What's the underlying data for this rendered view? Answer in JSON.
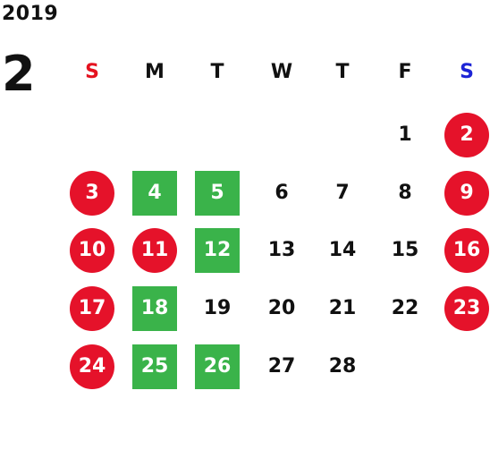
{
  "calendar": {
    "year": "2019",
    "month": "2",
    "weekdays": [
      "S",
      "M",
      "T",
      "W",
      "T",
      "F",
      "S"
    ],
    "weeks": [
      [
        null,
        null,
        null,
        null,
        null,
        {
          "day": "1",
          "type": "normal"
        },
        {
          "day": "2",
          "type": "holiday"
        }
      ],
      [
        {
          "day": "3",
          "type": "holiday"
        },
        {
          "day": "4",
          "type": "closed"
        },
        {
          "day": "5",
          "type": "closed"
        },
        {
          "day": "6",
          "type": "normal"
        },
        {
          "day": "7",
          "type": "normal"
        },
        {
          "day": "8",
          "type": "normal"
        },
        {
          "day": "9",
          "type": "holiday"
        }
      ],
      [
        {
          "day": "10",
          "type": "holiday"
        },
        {
          "day": "11",
          "type": "holiday"
        },
        {
          "day": "12",
          "type": "closed"
        },
        {
          "day": "13",
          "type": "normal"
        },
        {
          "day": "14",
          "type": "normal"
        },
        {
          "day": "15",
          "type": "normal"
        },
        {
          "day": "16",
          "type": "holiday"
        }
      ],
      [
        {
          "day": "17",
          "type": "holiday"
        },
        {
          "day": "18",
          "type": "closed"
        },
        {
          "day": "19",
          "type": "normal"
        },
        {
          "day": "20",
          "type": "normal"
        },
        {
          "day": "21",
          "type": "normal"
        },
        {
          "day": "22",
          "type": "normal"
        },
        {
          "day": "23",
          "type": "holiday"
        }
      ],
      [
        {
          "day": "24",
          "type": "holiday"
        },
        {
          "day": "25",
          "type": "closed"
        },
        {
          "day": "26",
          "type": "closed"
        },
        {
          "day": "27",
          "type": "normal"
        },
        {
          "day": "28",
          "type": "normal"
        },
        null,
        null
      ]
    ]
  },
  "colors": {
    "holiday_red": "#e5122a",
    "closed_green": "#3ab34a",
    "sunday_label": "#e5121f",
    "saturday_label": "#1d24d6",
    "text": "#111111"
  }
}
